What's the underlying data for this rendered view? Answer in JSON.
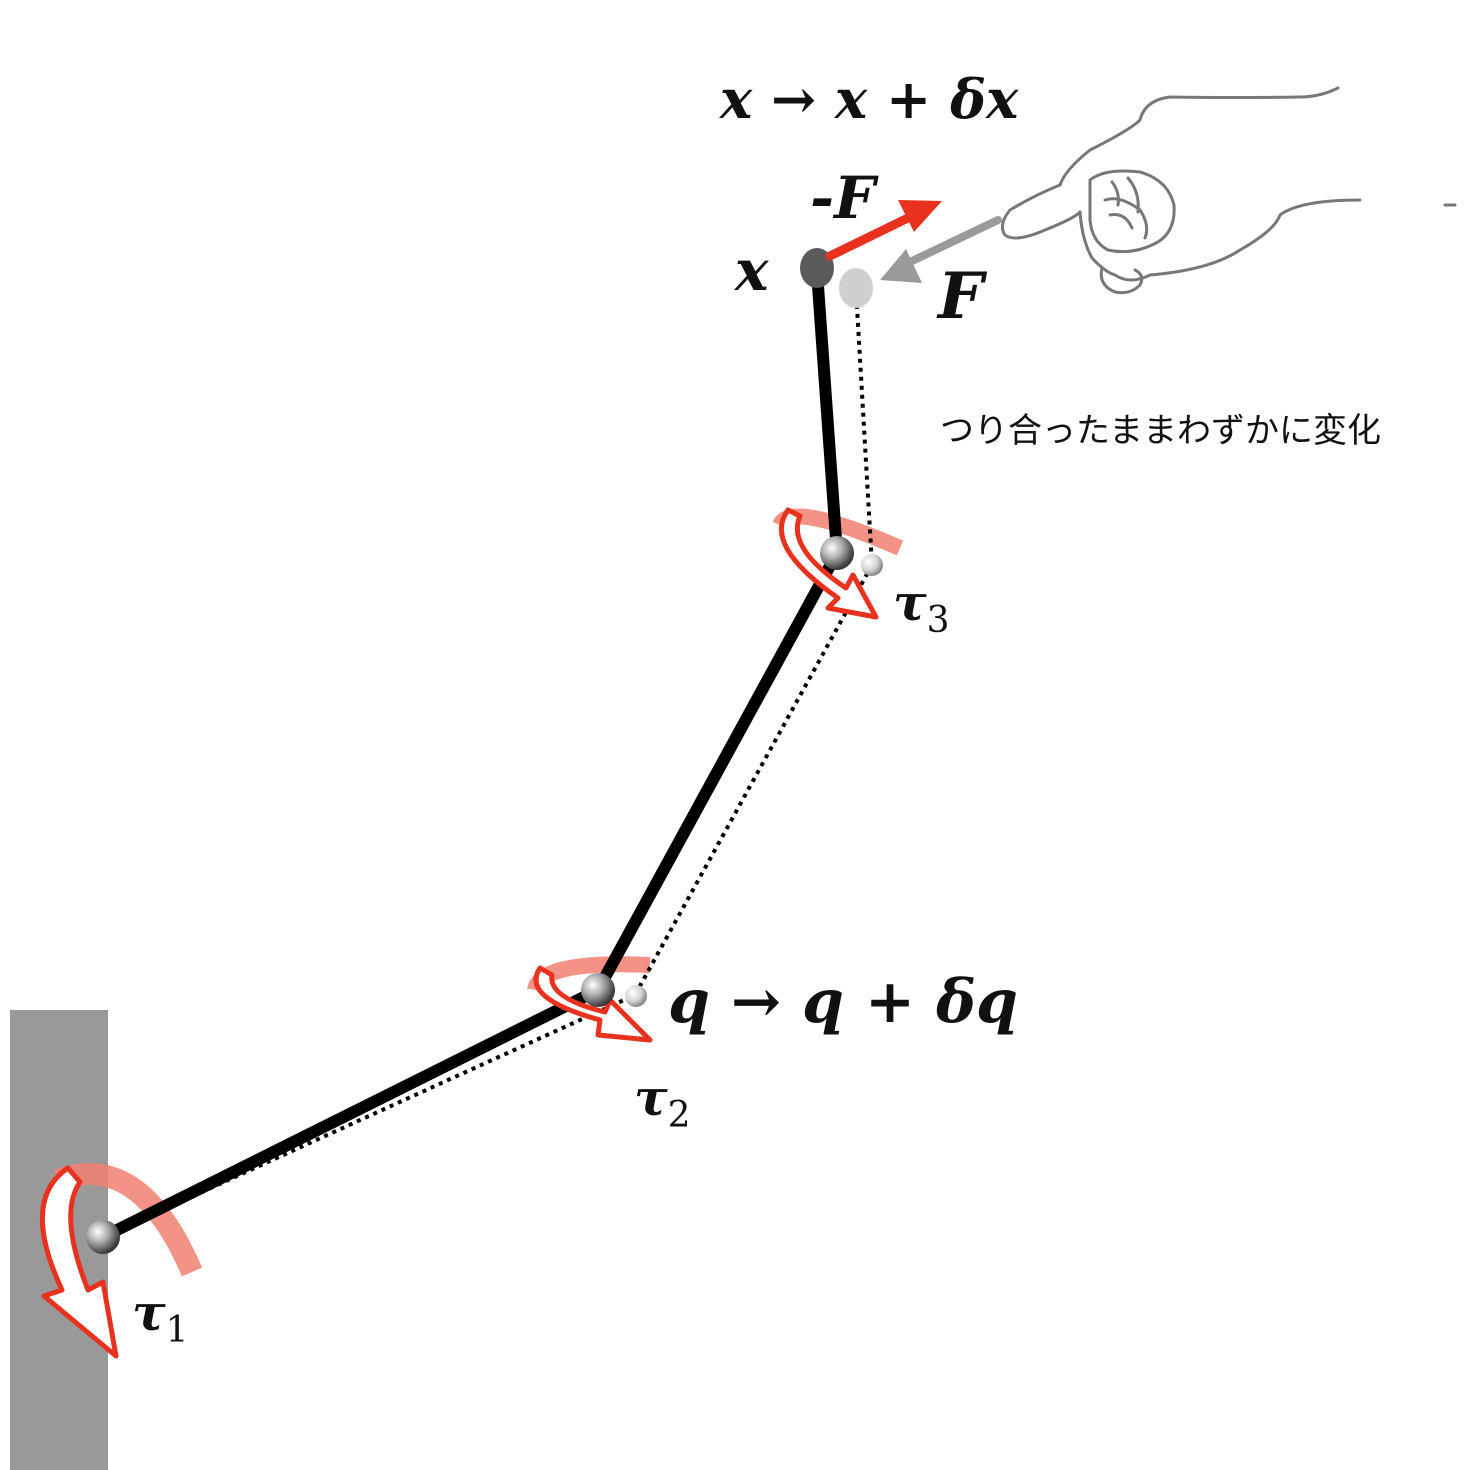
{
  "labels": {
    "x_transition": "x → x + δx",
    "neg_force": "-F",
    "force": "F",
    "end_effector": "x",
    "balance_note": "つり合ったままわずかに変化",
    "q_transition": "q → q + δq",
    "tau1_base": "τ",
    "tau1_sub": "1",
    "tau2_base": "τ",
    "tau2_sub": "2",
    "tau3_base": "τ",
    "tau3_sub": "3"
  },
  "icons": {
    "hand": "pointing-hand-icon"
  },
  "colors": {
    "link": "#000000",
    "wall": "#999999",
    "neg_force_arrow": "#e8321e",
    "force_arrow": "#9a9a9a",
    "torque_arrow": "#e8321e",
    "torque_band": "#f08070",
    "joint": "#8a8a8a",
    "end_effector": "#5a5a5a",
    "displaced": "#cfcfcf"
  }
}
